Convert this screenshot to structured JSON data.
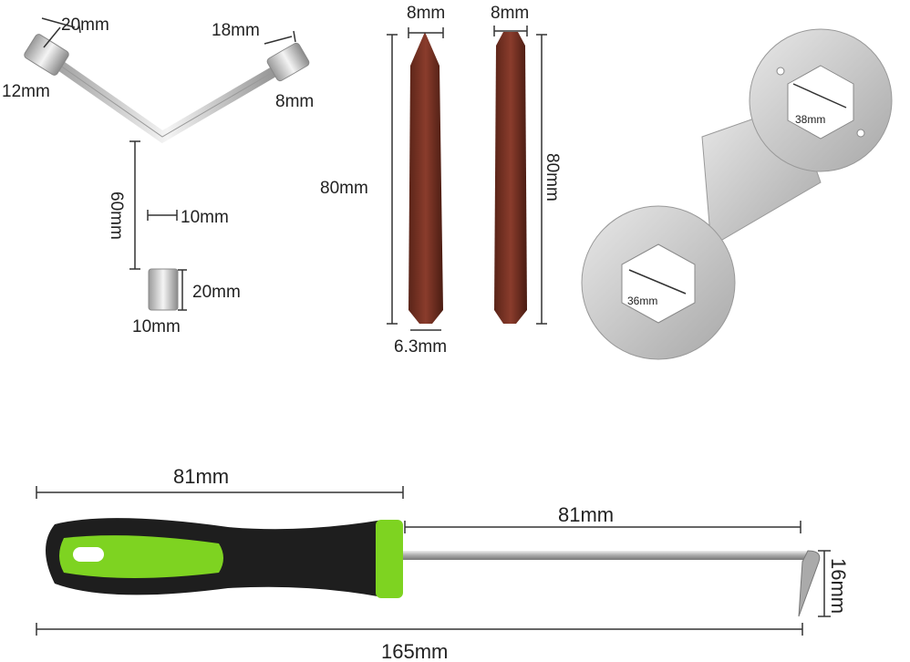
{
  "y_wrench": {
    "top_left_width": "20mm",
    "top_right_width": "18mm",
    "left_socket": "12mm",
    "right_socket": "8mm",
    "stem_length": "60mm",
    "stem_diameter": "10mm",
    "bottom_socket_length": "20mm",
    "bottom_socket": "10mm"
  },
  "bits": {
    "phillips_width": "8mm",
    "slotted_width": "8mm",
    "phillips_length": "80mm",
    "slotted_length": "80mm",
    "shank": "6.3mm"
  },
  "spanner": {
    "top_hex": "38mm",
    "bottom_hex": "36mm"
  },
  "hook": {
    "handle_length": "81mm",
    "shaft_length": "81mm",
    "hook_height": "16mm",
    "total_length": "165mm",
    "grip_color": "#7ed321",
    "handle_color": "#1e1e1e"
  }
}
